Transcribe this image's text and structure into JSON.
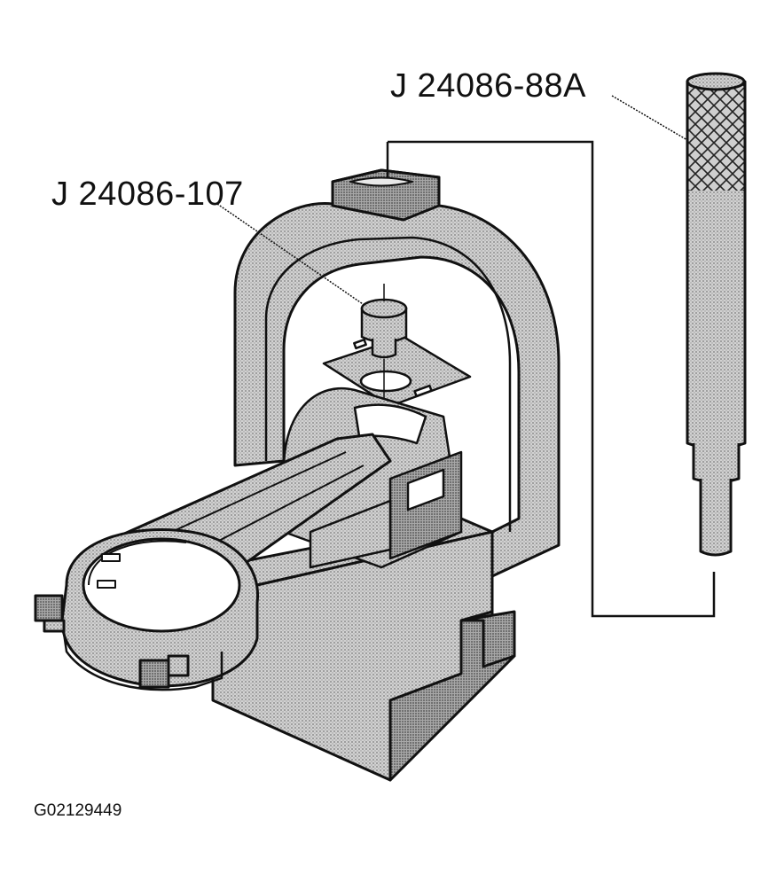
{
  "labels": {
    "tool_pin_remover": "J 24086-88A",
    "tool_pilot": "J 24086-107",
    "figure_id": "G02129449"
  },
  "colors": {
    "ink": "#111111",
    "fill": "#bdbdbd",
    "fill_dark": "#8f8f8f",
    "fill_light": "#dcdcdc",
    "background": "#ffffff"
  }
}
